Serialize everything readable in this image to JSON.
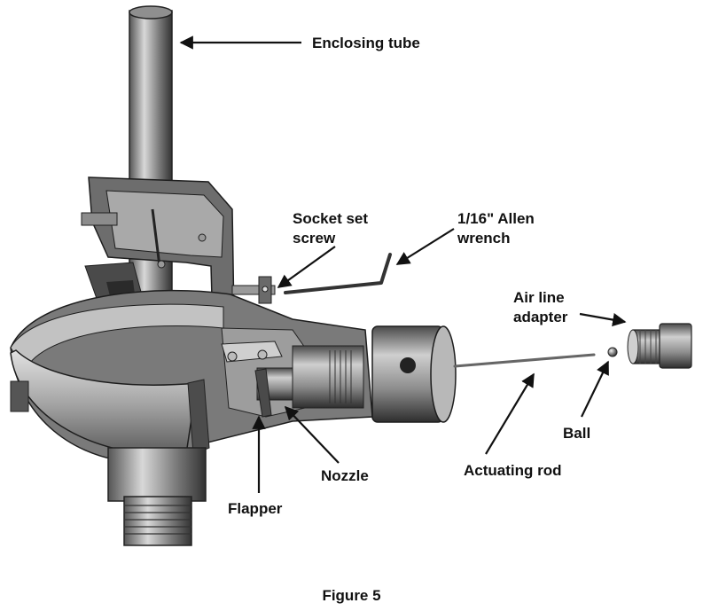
{
  "labels": {
    "enclosing_tube": "Enclosing tube",
    "socket_set_screw_1": "Socket set",
    "socket_set_screw_2": "screw",
    "allen_wrench_1": "1/16\" Allen",
    "allen_wrench_2": "wrench",
    "air_line_adapter_1": "Air line",
    "air_line_adapter_2": "adapter",
    "ball": "Ball",
    "actuating_rod": "Actuating rod",
    "nozzle": "Nozzle",
    "flapper": "Flapper"
  },
  "caption": "Figure 5",
  "colors": {
    "ink": "#111111",
    "metal_dark": "#3a3a3a",
    "metal_mid": "#8a8a8a",
    "metal_light": "#c9c9c9"
  }
}
